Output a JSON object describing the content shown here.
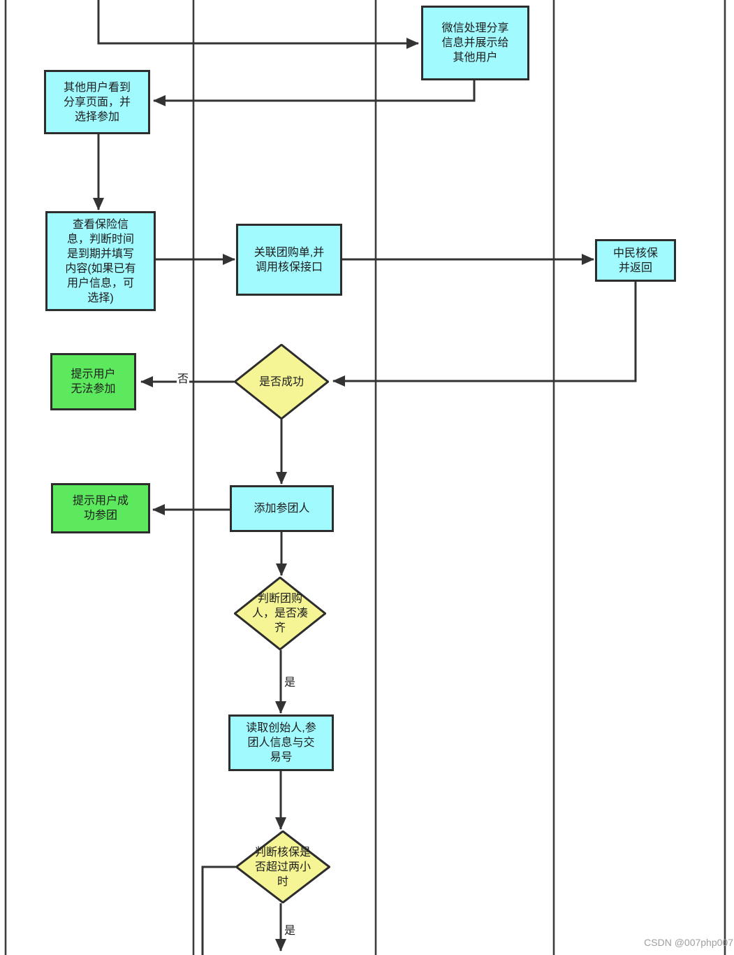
{
  "diagram": {
    "nodes": {
      "wechat_share": "微信处理分享信息并展示给其他用户",
      "other_user_view": "其他用户看到分享页面，并选择参加",
      "check_insurance": "查看保险信息，判断时间是到期并填写内容(如果已有用户信息，可选择)",
      "link_group_order": "关联团购单,并调用核保接口",
      "zhongmin_underwrite": "中民核保并返回",
      "notify_cannot_join": "提示用户无法参加",
      "is_success": "是否成功",
      "notify_join_success": "提示用户成功参团",
      "add_participant": "添加参团人",
      "judge_group_complete": "判断团购人，是否凑齐",
      "read_founder_info": "读取创始人,参团人信息与交易号",
      "judge_overtime": "判断核保是否超过两小时"
    },
    "edge_labels": {
      "no": "否",
      "yes_complete": "是",
      "yes_overtime": "是"
    },
    "colors": {
      "process_fill": "#a0fafe",
      "decision_fill": "#f5f595",
      "result_fill": "#5de95d",
      "border": "#2d2d2d",
      "line": "#333333",
      "lane_line": "#3d3d3d",
      "text": "#1c1c1c",
      "watermark": "#9e9e9e"
    },
    "watermark": "CSDN @007php007"
  }
}
